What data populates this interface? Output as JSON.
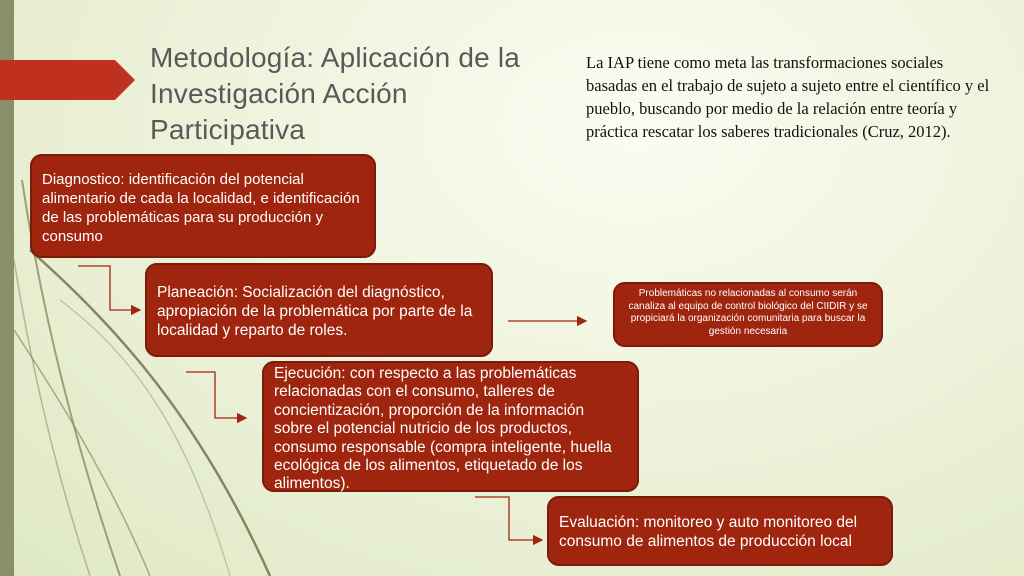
{
  "slide": {
    "title": "Metodología: Aplicación de la Investigación Acción Participativa",
    "quote": "La IAP tiene como meta las transformaciones sociales basadas en el trabajo de sujeto a sujeto entre el científico y el pueblo, buscando por medio de la relación entre teoría y práctica rescatar los saberes tradicionales (Cruz, 2012)."
  },
  "steps": [
    {
      "text": "Diagnostico: identificación del potencial alimentario de cada la localidad, e identificación de las problemáticas para su producción y consumo"
    },
    {
      "text": "Planeación: Socialización del diagnóstico, apropiación de la problemática por parte de la localidad y reparto de roles."
    },
    {
      "text": "Ejecución: con respecto a las problemáticas relacionadas con el consumo, talleres de concientización, proporción de la información sobre el potencial nutricio de los productos, consumo responsable (compra inteligente, huella ecológica de los alimentos, etiquetado de los alimentos)."
    },
    {
      "text": "Evaluación:  monitoreo y auto monitoreo del consumo de alimentos de producción local"
    }
  ],
  "side_note": {
    "text": "Problemáticas no relacionadas al consumo serán canaliza al equipo de control biológico del CIIDIR y se propiciará la organización comunitaria para buscar la gestión necesaria"
  },
  "colors": {
    "box_fill": "#a0250f",
    "accent": "#c0301f",
    "title_text": "#595959",
    "background": "#eef3dc"
  }
}
